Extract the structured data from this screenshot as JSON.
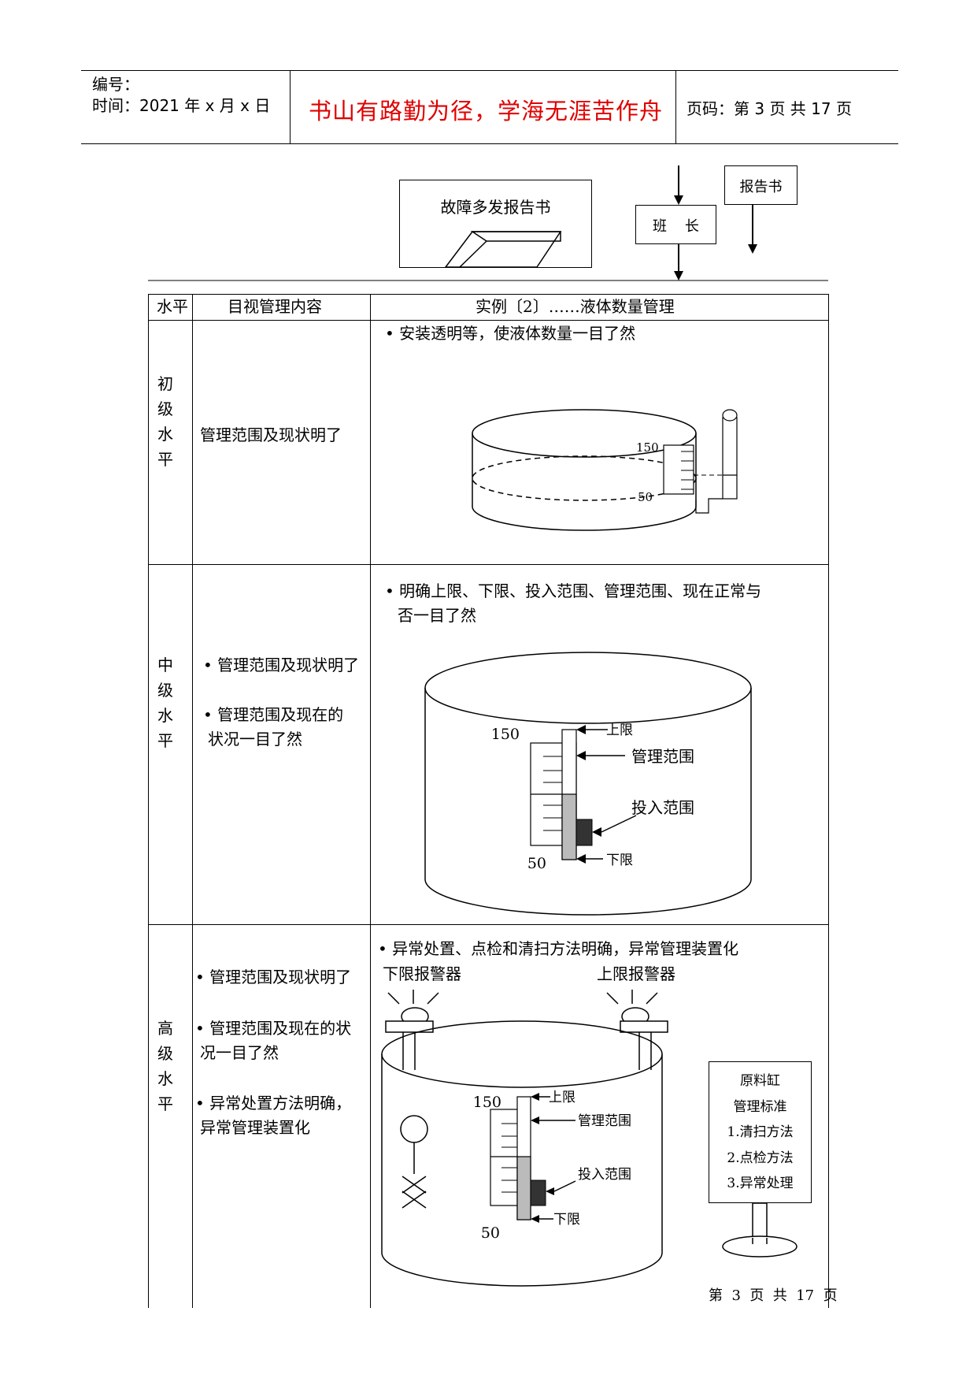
{
  "header": {
    "number_label": "编号：",
    "time_label": "时间：2021 年 x 月 x 日",
    "motto": "书山有路勤为径，学海无涯苦作舟",
    "page_label": "页码：第 3 页  共 17 页"
  },
  "top_flow": {
    "report_box": "故障多发报告书",
    "leader_box": "班    长",
    "report_small_box": "报告书"
  },
  "table": {
    "headers": [
      "水平",
      "目视管理内容",
      "实例〔2〕……液体数量管理"
    ],
    "rows": [
      {
        "level": [
          "初",
          "级",
          "水",
          "平"
        ],
        "content": [
          "管理范围及现状明了"
        ],
        "example_bullet": "• 安装透明等，使液体数量一目了然",
        "labels": {
          "high": "150",
          "low": "50"
        }
      },
      {
        "level": [
          "中",
          "级",
          "水",
          "平"
        ],
        "content": [
          "• 管理范围及现状明了",
          "• 管理范围及现在的",
          "状况一目了然"
        ],
        "example_bullet_1": "• 明确上限、下限、投入范围、管理范围、现在正常与",
        "example_bullet_2": "否一目了然",
        "labels": {
          "high": "150",
          "low": "50",
          "upper": "上限",
          "manage": "管理范围",
          "input": "投入范围",
          "lower": "下限"
        }
      },
      {
        "level": [
          "高",
          "级",
          "水",
          "平"
        ],
        "content": [
          "• 管理范围及现状明了",
          "• 管理范围及现在的状",
          "况一目了然",
          "• 异常处置方法明确，",
          "异常管理装置化"
        ],
        "example_bullet": "• 异常处置、点检和清扫方法明确，异常管理装置化",
        "alarm_low": "下限报警器",
        "alarm_high": "上限报警器",
        "labels": {
          "high": "150",
          "low": "50",
          "upper": "上限",
          "manage": "管理范围",
          "input": "投入范围",
          "lower": "下限"
        },
        "sign": [
          "原料缸",
          "管理标准",
          "1.清扫方法",
          "2.点检方法",
          "3.异常处理"
        ]
      }
    ]
  },
  "footer": "第  3  页  共  17  页"
}
